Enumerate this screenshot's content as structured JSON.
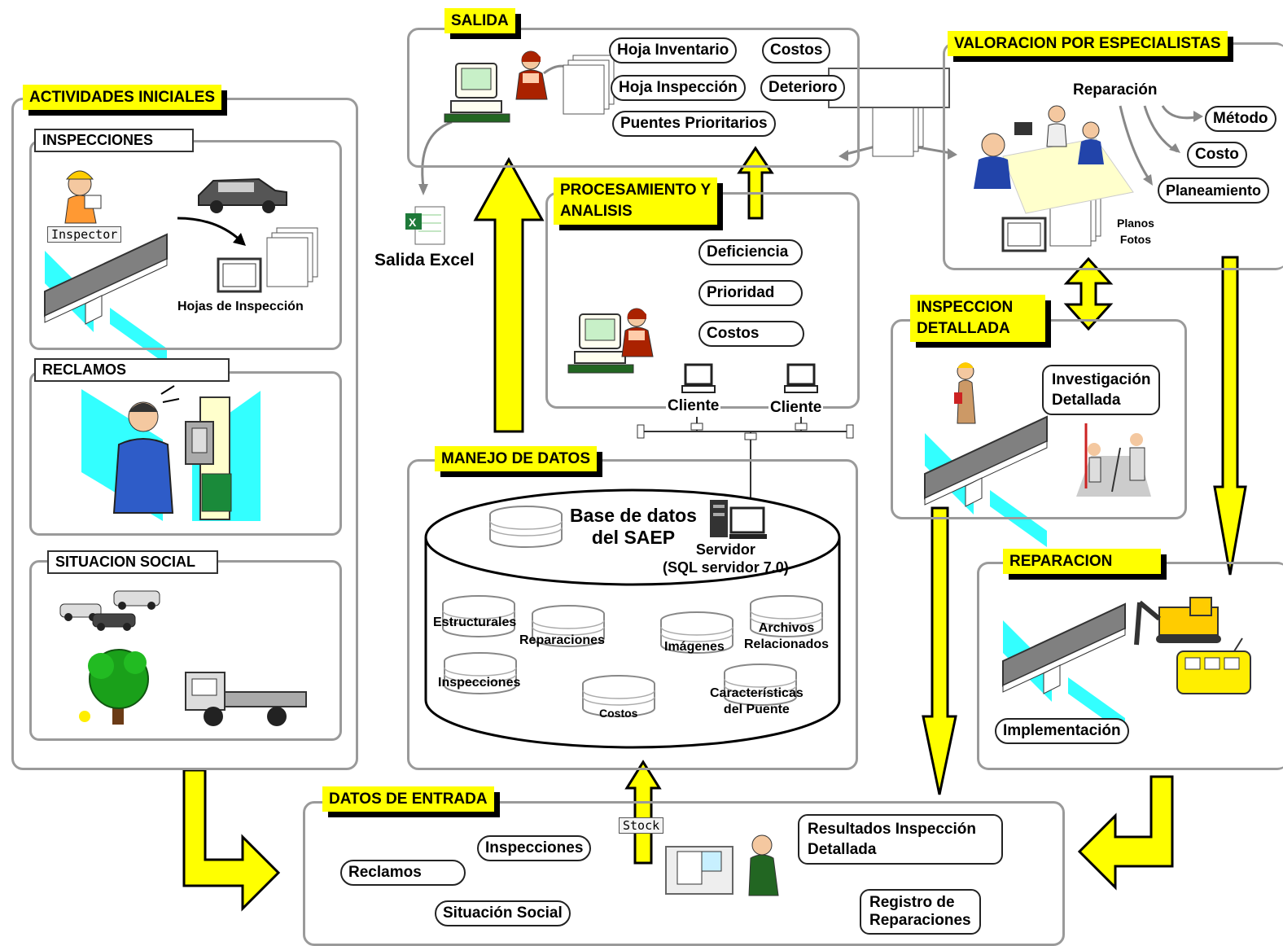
{
  "sections": {
    "actividades_iniciales": "ACTIVIDADES INICIALES",
    "salida": "SALIDA",
    "valoracion": "VALORACION POR ESPECIALISTAS",
    "procesamiento": "PROCESAMIENTO Y\nANALISIS",
    "inspeccion_detallada": "INSPECCION\nDETALLADA",
    "manejo_datos": "MANEJO DE DATOS",
    "reparacion": "REPARACION",
    "datos_entrada": "DATOS DE ENTRADA"
  },
  "subsections": {
    "inspecciones": "INSPECCIONES",
    "reclamos": "RECLAMOS",
    "situacion_social": "SITUACION SOCIAL"
  },
  "labels": {
    "inspector": "Inspector",
    "hojas_inspeccion": "Hojas de Inspección",
    "salida_excel": "Salida Excel",
    "reparacion": "Reparación",
    "planos_fotos": "Planos\nFotos",
    "cliente_1": "Cliente",
    "cliente_2": "Cliente",
    "base_datos": "Base de datos\ndel SAEP",
    "servidor": "Servidor\n(SQL servidor 7.0)",
    "stock": "Stock"
  },
  "salida_items": [
    "Hoja Inventario",
    "Costos",
    "Hoja Inspección",
    "Deterioro",
    "Puentes Prioritarios"
  ],
  "valoracion_items": [
    "Método",
    "Costo",
    "Planeamiento"
  ],
  "procesamiento_items": [
    "Deficiencia",
    "Prioridad",
    "Costos"
  ],
  "inspeccion_detallada_item": "Investigación\nDetallada",
  "reparacion_item": "Implementación",
  "databases": [
    "Estructurales",
    "Reparaciones",
    "Imágenes",
    "Archivos\nRelacionados",
    "Inspecciones",
    "Costos",
    "Características\ndel Puente"
  ],
  "datos_entrada_items": [
    "Inspecciones",
    "Reclamos",
    "Situación Social",
    "Resultados Inspección\nDetallada",
    "Registro de\nReparaciones"
  ],
  "icons": [
    "excel-file-icon",
    "computer-user-icon",
    "documents-icon",
    "bridge-icon",
    "car-icon",
    "truck-icon",
    "tree-icon",
    "phone-booth-icon",
    "meeting-icon",
    "laptop-icon",
    "server-icon",
    "excavator-icon",
    "bus-icon",
    "surveyor-icon"
  ],
  "colors": {
    "accent": "#ffff00",
    "bridge_water": "#33ffff",
    "bridge_deck": "#808080",
    "panel_border": "#9a9a9a"
  }
}
